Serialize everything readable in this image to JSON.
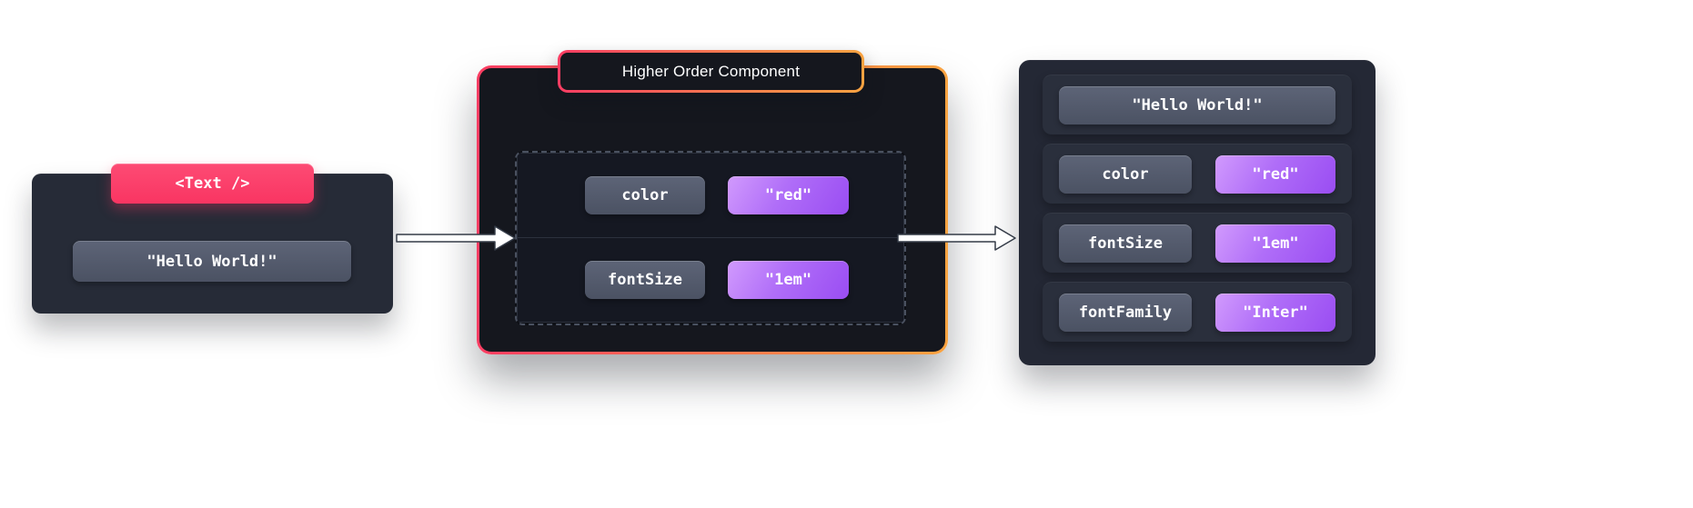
{
  "colors": {
    "accent_pink": "#fb3a64",
    "accent_orange": "#f9a341",
    "purple_light": "#d19afd",
    "purple_dark": "#9a4df2",
    "slate_badge": "#525a6b",
    "card_bg": "#262b37",
    "hoc_bg": "#15171e"
  },
  "input_card": {
    "tag_label": "<Text />",
    "child_text": "\"Hello World!\""
  },
  "hoc_card": {
    "title": "Higher Order Component",
    "props": [
      {
        "key": "color",
        "value": "\"red\""
      },
      {
        "key": "fontSize",
        "value": "\"1em\""
      }
    ]
  },
  "output_card": {
    "child_text": "\"Hello World!\"",
    "props": [
      {
        "key": "color",
        "value": "\"red\""
      },
      {
        "key": "fontSize",
        "value": "\"1em\""
      },
      {
        "key": "fontFamily",
        "value": "\"Inter\""
      }
    ]
  }
}
